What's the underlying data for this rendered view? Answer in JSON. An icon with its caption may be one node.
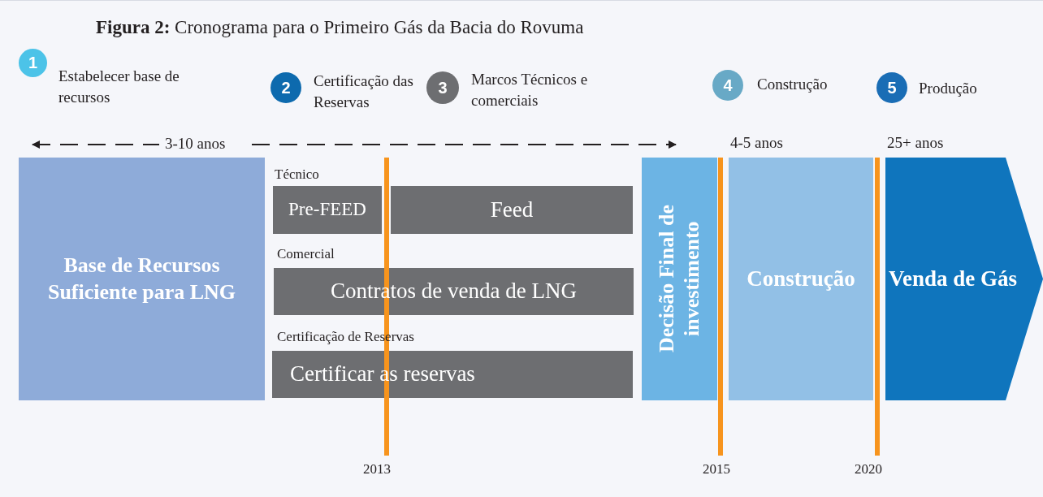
{
  "diagram": {
    "title": "**Figura 2:** Cronograma para o Primeiro Gás da Bacia do Rovuma",
    "nodes": [
      {
        "text": [
          "1"
        ],
        "beside": [
          "Estabelecer base de recursos"
        ]
      },
      {
        "text": [
          "2"
        ],
        "beside": [
          "Certificação das Reservas"
        ]
      },
      {
        "text": [
          "3"
        ],
        "beside": [
          "Marcos Técnicos e comerciais"
        ]
      },
      {
        "text": [
          "4"
        ],
        "beside": [
          "Construção"
        ]
      },
      {
        "text": [
          "5"
        ],
        "beside": [
          "Produção"
        ]
      },
      {
        "text": [
          "Base de Recursos Suficiente para LNG"
        ]
      },
      {
        "text": [
          "Pre-FEED"
        ]
      },
      {
        "text": [
          "Feed"
        ]
      },
      {
        "text": [
          "Contratos de venda de LNG"
        ]
      },
      {
        "text": [
          "Certificar as reservas"
        ]
      },
      {
        "text": [
          "Decisão Final de investimento"
        ]
      },
      {
        "text": [
          "Construção"
        ]
      },
      {
        "text": [
          "Venda de Gás"
        ]
      }
    ],
    "labels": [
      "3-10 anos",
      "4-5 anos",
      "25+ anos",
      "Técnico",
      "Comercial",
      "Certificação de Reservas",
      "2013",
      "2015",
      "2020"
    ]
  }
}
